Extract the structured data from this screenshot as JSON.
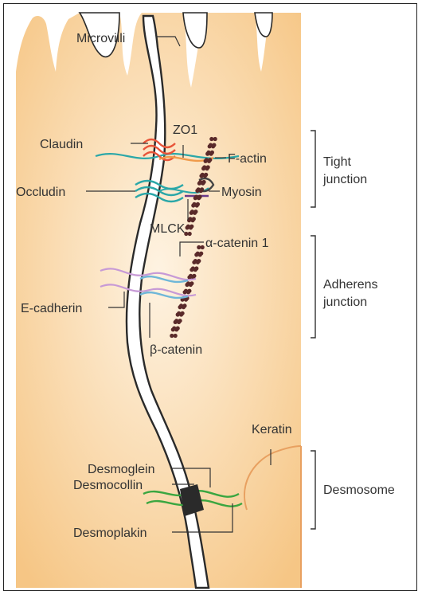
{
  "labels": {
    "microvilli": "Microvilli",
    "zo1": "ZO1",
    "claudin": "Claudin",
    "f_actin": "F-actin",
    "myosin": "Myosin",
    "occludin": "Occludin",
    "mlck": "MLCK",
    "alpha_catenin": "α-catenin 1",
    "e_cadherin": "E-cadherin",
    "beta_catenin": "β-catenin",
    "keratin": "Keratin",
    "desmoglein": "Desmoglein",
    "desmocollin": "Desmocollin",
    "desmoplakin": "Desmoplakin"
  },
  "brackets": {
    "tight_line1": "Tight",
    "tight_line2": "junction",
    "adherens_line1": "Adherens",
    "adherens_line2": "junction",
    "desmosome": "Desmosome"
  },
  "colors": {
    "cell_light": "#fdf0dc",
    "cell_dark": "#f7c98b",
    "membrane": "#2a2a2a",
    "claudin": "#e8553a",
    "zo1": "#f09a4a",
    "occludin": "#2aa7a8",
    "cadherin": "#c79ad6",
    "catenin": "#6fb7d8",
    "actin": "#5a2a2a",
    "desmo": "#3aa640",
    "keratin": "#e8a060"
  }
}
